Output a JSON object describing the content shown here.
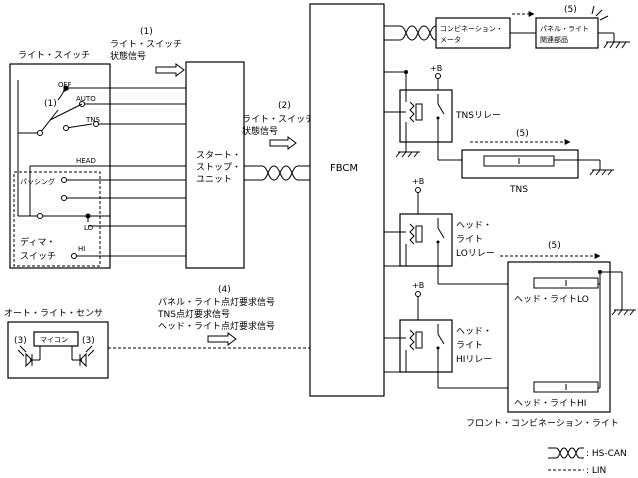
{
  "light_switch": {
    "title": "ライト・スイッチ",
    "off": "OFF",
    "auto": "AUTO",
    "tns": "TNS",
    "head": "HEAD",
    "passing": "パッシング",
    "lo": "LO",
    "hi": "HI",
    "dimmer_line1": "ディマ・",
    "dimmer_line2": "スイッチ"
  },
  "signal1": {
    "num": "(1)",
    "line1": "ライト・スイッチ",
    "line2": "状態信号"
  },
  "inner_callout1": "(1)",
  "start_stop_unit": {
    "line1": "スタート・",
    "line2": "ストップ・",
    "line3": "ユニット"
  },
  "signal2": {
    "num": "(2)",
    "line1": "ライト・スイッチ",
    "line2": "状態信号"
  },
  "fbcm": "FBCM",
  "combination_meter": {
    "line1": "コンビネーション・",
    "line2": "メータ"
  },
  "callout5_panel": "(5)",
  "panel_light": {
    "line1": "パネル・ライト",
    "line2": "関連部品"
  },
  "plus_b": "+B",
  "tns_relay": "TNSリレー",
  "callout5_tns": "(5)",
  "tns_lamp": "TNS",
  "head_lo_relay": {
    "line1": "ヘッド・",
    "line2": "ライト",
    "line3": "LOリレー"
  },
  "callout5_head": "(5)",
  "head_lo_lamp": "ヘッド・ライトLO",
  "head_hi_relay": {
    "line1": "ヘッド・",
    "line2": "ライト",
    "line3": "HIリレー"
  },
  "head_hi_lamp": "ヘッド・ライトHI",
  "front_combination_light": "フロント・コンビネーション・ライト",
  "auto_light_sensor": {
    "title": "オート・ライト・センサ",
    "mcu": "マイコン",
    "callout_left": "(3)",
    "callout_right": "(3)"
  },
  "signal4": {
    "num": "(4)",
    "line1": "パネル・ライト点灯要求信号",
    "line2": "TNS点灯要求信号",
    "line3": "ヘッド・ライト点灯要求信号"
  },
  "legend": {
    "hs_can": ": HS-CAN",
    "lin": ": LIN"
  }
}
